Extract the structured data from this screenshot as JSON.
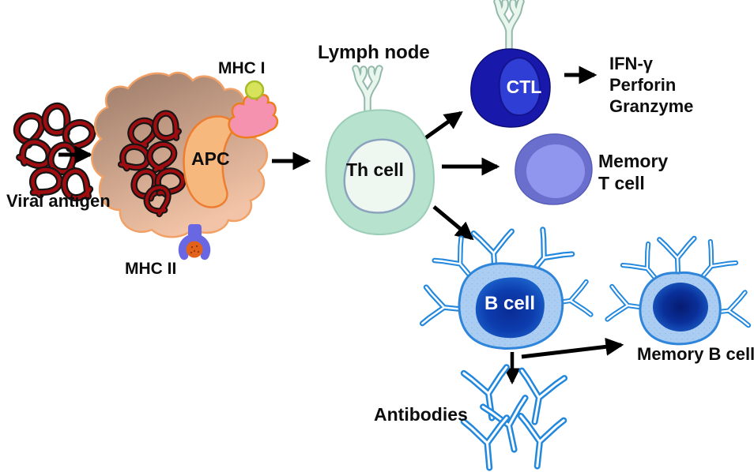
{
  "figure": {
    "type": "immunology-pathway-diagram",
    "background": "#ffffff",
    "text_color": "#0d0d0d",
    "arrow_color": "#000000",
    "nodes": {
      "viral_antigen": {
        "label": "Viral antigen",
        "color": "#a00d10",
        "outline": "#151515"
      },
      "apc": {
        "label": "APC",
        "body_color_top": "#9a7a68",
        "body_color_bottom": "#f2c3a6",
        "border_color": "#f2a166",
        "nucleus_color": "#f7b87e",
        "nucleus_border": "#ed7d31",
        "mhc1": {
          "label": "MHC I",
          "color": "#f592b0",
          "border": "#ee7d1e",
          "peptide_color": "#d6e35b",
          "peptide_border": "#a8bb28"
        },
        "mhc2": {
          "label": "MHC II",
          "color": "#6a67e2",
          "peptide_color": "#e2611b"
        }
      },
      "lymph_node": {
        "label": "Lymph node"
      },
      "th_cell": {
        "label": "Th cell",
        "body_color": "#b7e2cd",
        "nucleus_color": "#eef7f0",
        "receptor_color": "#e9f6ee",
        "receptor_outline": "#93b9ab"
      },
      "ctl": {
        "label": "CTL",
        "label_color": "#ffffff",
        "body_color": "#1818aa",
        "nucleus_color": "#2f3fd6",
        "products": [
          "IFN-γ",
          "Perforin",
          "Granzyme"
        ]
      },
      "memory_t": {
        "label_lines": [
          "Memory",
          "T cell"
        ],
        "body_color": "#6a6fce",
        "inner_color": "#9297ee"
      },
      "b_cell": {
        "label": "B cell",
        "label_color": "#ffffff",
        "body_color": "#abcdf2",
        "border_color": "#2e85da",
        "nucleus_color": "#0d3dae"
      },
      "memory_b": {
        "label": "Memory B cell",
        "body_color": "#abcdf2",
        "nucleus_color": "#0a2f9a"
      },
      "antibodies": {
        "label": "Antibodies",
        "color": "#2288dd",
        "count": 5
      }
    },
    "edges": [
      {
        "from": "viral_antigen",
        "to": "apc"
      },
      {
        "from": "apc",
        "to": "th_cell"
      },
      {
        "from": "th_cell",
        "to": "ctl"
      },
      {
        "from": "th_cell",
        "to": "memory_t"
      },
      {
        "from": "th_cell",
        "to": "b_cell"
      },
      {
        "from": "ctl",
        "to": "products"
      },
      {
        "from": "b_cell",
        "to": "antibodies"
      },
      {
        "from": "b_cell",
        "to": "memory_b"
      }
    ]
  }
}
